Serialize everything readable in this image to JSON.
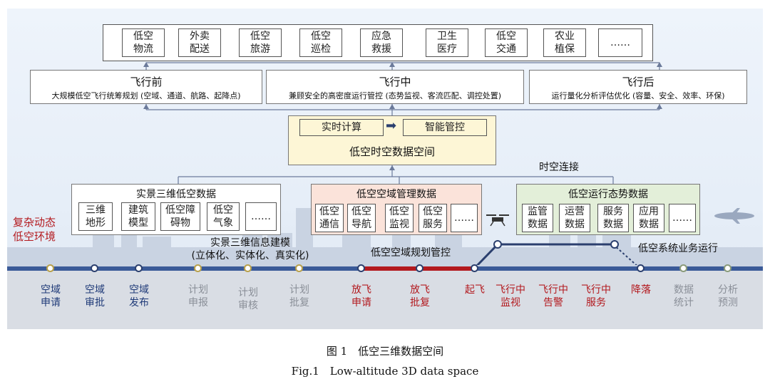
{
  "applications": [
    "低空\n物流",
    "外卖\n配送",
    "低空\n旅游",
    "低空\n巡检",
    "应急\n救援",
    "卫生\n医疗",
    "低空\n交通",
    "农业\n植保",
    "……"
  ],
  "phases": {
    "before": {
      "title": "飞行前",
      "desc": "大规模低空飞行统筹规划 (空域、通道、航路、起降点)"
    },
    "during": {
      "title": "飞行中",
      "desc": "兼顾安全的高密度运行管控 (态势监视、客流匹配、调控处置)"
    },
    "after": {
      "title": "飞行后",
      "desc": "运行量化分析评估优化 (容量、安全、效率、环保)"
    }
  },
  "core": {
    "compute": "实时计算",
    "control": "智能管控",
    "title": "低空时空数据空间"
  },
  "spacetime_link": "时空连接",
  "groups": {
    "scene": {
      "title": "实景三维低空数据",
      "items": [
        "三维\n地形",
        "建筑\n模型",
        "低空障\n碍物",
        "低空\n气象",
        "……"
      ]
    },
    "airspace": {
      "title": "低空空域管理数据",
      "items": [
        "低空\n通信",
        "低空\n导航",
        "低空\n监视",
        "低空\n服务",
        "……"
      ]
    },
    "operation": {
      "title": "低空运行态势数据",
      "items": [
        "监管\n数据",
        "运营\n数据",
        "服务\n数据",
        "应用\n数据",
        "……"
      ]
    }
  },
  "side_label": "复杂动态\n低空环境",
  "modeling_label": "实景三维信息建模\n(立体化、实体化、真实化)",
  "planning_label": "低空空域规划管控",
  "ops_label": "低空系统业务运行",
  "timeline": [
    {
      "label": "空域\n申请",
      "color": "#1f3a78"
    },
    {
      "label": "空域\n审批",
      "color": "#1f3a78"
    },
    {
      "label": "空域\n发布",
      "color": "#1f3a78"
    },
    {
      "label": "计划\n申报",
      "color": "#8a8f98"
    },
    {
      "label": "计划\n审核",
      "color": "#8a8f98"
    },
    {
      "label": "计划\n批复",
      "color": "#8a8f98"
    },
    {
      "label": "放飞\n申请",
      "color": "#b3191e"
    },
    {
      "label": "放飞\n批复",
      "color": "#b3191e"
    },
    {
      "label": "起飞",
      "color": "#b3191e"
    },
    {
      "label": "飞行中\n监视",
      "color": "#b3191e"
    },
    {
      "label": "飞行中\n告警",
      "color": "#b3191e"
    },
    {
      "label": "飞行中\n服务",
      "color": "#b3191e"
    },
    {
      "label": "降落",
      "color": "#b3191e"
    },
    {
      "label": "数据\n统计",
      "color": "#8a8f98"
    },
    {
      "label": "分析\n预测",
      "color": "#8a8f98"
    }
  ],
  "caption": {
    "zh": "图 1　低空三维数据空间",
    "en": "Fig.1　Low-altitude 3D data space"
  },
  "colors": {
    "navy": "#2b3f6e",
    "red": "#b3191e",
    "orange_fill": "#fbe3da",
    "green_fill": "#e3efd9",
    "yellow_fill": "#fdf6d6",
    "blue_track": "#3a5a98"
  }
}
